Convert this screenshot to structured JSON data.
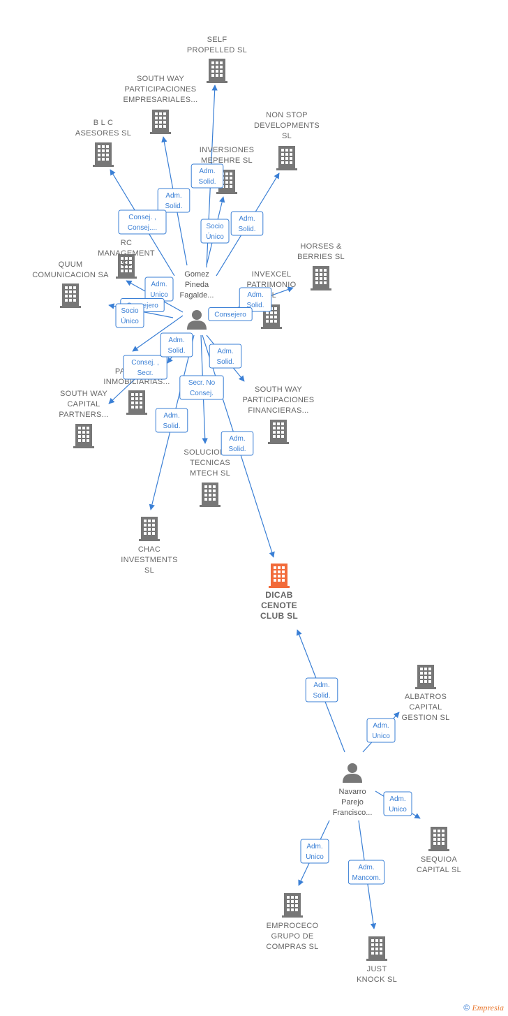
{
  "companies": [
    {
      "id": "self",
      "lines": [
        "SELF",
        "PROPELLED SL"
      ]
    },
    {
      "id": "southway_emp",
      "lines": [
        "SOUTH WAY",
        "PARTICIPACIONES",
        "EMPRESARIALES..."
      ]
    },
    {
      "id": "blc",
      "lines": [
        "B L C",
        "ASESORES SL"
      ]
    },
    {
      "id": "nonstop",
      "lines": [
        "NON STOP",
        "DEVELOPMENTS",
        "SL"
      ]
    },
    {
      "id": "mepehre",
      "lines": [
        "INVERSIONES",
        "MEPEHRE  SL"
      ]
    },
    {
      "id": "rc",
      "lines": [
        "RC",
        "MANAGEMENT",
        "SL"
      ]
    },
    {
      "id": "quum",
      "lines": [
        "QUUM",
        "COMUNICACION SA"
      ]
    },
    {
      "id": "horses",
      "lines": [
        "HORSES &",
        "BERRIES  SL"
      ]
    },
    {
      "id": "invexcel",
      "lines": [
        "INVEXCEL",
        "PATRIMONIO",
        "SL"
      ]
    },
    {
      "id": "so_inmob",
      "lines": [
        "SO...",
        "PARTIC...    S",
        "INMOBILIARIAS..."
      ]
    },
    {
      "id": "southway_cap",
      "lines": [
        "SOUTH WAY",
        "CAPITAL",
        "PARTNERS..."
      ]
    },
    {
      "id": "southway_fin",
      "lines": [
        "SOUTH WAY",
        "PARTICIPACIONES",
        "FINANCIERAS..."
      ]
    },
    {
      "id": "mtech",
      "lines": [
        "SOLUCIONES",
        "TECNICAS",
        "MTECH  SL"
      ]
    },
    {
      "id": "chac",
      "lines": [
        "CHAC",
        "INVESTMENTS",
        "SL"
      ]
    },
    {
      "id": "dicab",
      "lines": [
        "DICAB",
        "CENOTE",
        "CLUB  SL"
      ]
    },
    {
      "id": "albatros",
      "lines": [
        "ALBATROS",
        "CAPITAL",
        "GESTION  SL"
      ]
    },
    {
      "id": "sequioa",
      "lines": [
        "SEQUIOA",
        "CAPITAL  SL"
      ]
    },
    {
      "id": "emproceco",
      "lines": [
        "EMPROCECO",
        "GRUPO DE",
        "COMPRAS  SL"
      ]
    },
    {
      "id": "justknock",
      "lines": [
        "JUST",
        "KNOCK  SL"
      ]
    }
  ],
  "persons": [
    {
      "id": "gomez",
      "lines": [
        "Gomez",
        "Pineda",
        "Fagalde..."
      ]
    },
    {
      "id": "navarro",
      "lines": [
        "Navarro",
        "Parejo",
        "Francisco..."
      ]
    }
  ],
  "edges": [
    {
      "from": "gomez",
      "to": "self",
      "label": [
        "Adm.",
        "Solid."
      ]
    },
    {
      "from": "gomez",
      "to": "southway_emp",
      "label": [
        "Adm.",
        "Solid."
      ]
    },
    {
      "from": "gomez",
      "to": "blc",
      "label": [
        "Consej. ,",
        "Consej...."
      ]
    },
    {
      "from": "gomez",
      "to": "nonstop",
      "label": [
        "Adm.",
        "Solid."
      ]
    },
    {
      "from": "gomez",
      "to": "mepehre",
      "label": [
        "Socio",
        "Único"
      ]
    },
    {
      "from": "gomez",
      "to": "rc",
      "label": [
        "Adm.",
        "Unico"
      ]
    },
    {
      "from": "gomez",
      "to": "quum",
      "label": [
        "Consejero"
      ]
    },
    {
      "from": "gomez",
      "to": "invexcel",
      "label": [
        "Adm.",
        "Solid."
      ]
    },
    {
      "from": "gomez",
      "to": "horses",
      "label": [
        "Consejero"
      ]
    },
    {
      "from": "gomez",
      "to": "so_inmob",
      "label": [
        "Socio",
        "Único"
      ]
    },
    {
      "from": "gomez",
      "to": "southway_cap",
      "label": [
        "Consej. ,",
        "Secr."
      ]
    },
    {
      "from": "gomez",
      "to": "southway_fin",
      "label": [
        "Adm.",
        "Solid."
      ]
    },
    {
      "from": "gomez",
      "to": "mtech",
      "label": [
        "Secr.  No",
        "Consej."
      ]
    },
    {
      "from": "gomez",
      "to": "chac",
      "label": [
        "Adm.",
        "Solid."
      ]
    },
    {
      "from": "gomez",
      "to": "dicab",
      "label": [
        "Adm.",
        "Solid."
      ]
    },
    {
      "from": "gomez",
      "to": "so_inmob2",
      "label": [
        "Adm.",
        "Solid."
      ]
    },
    {
      "from": "navarro",
      "to": "dicab",
      "label": [
        "Adm.",
        "Solid."
      ]
    },
    {
      "from": "navarro",
      "to": "albatros",
      "label": [
        "Adm.",
        "Unico"
      ]
    },
    {
      "from": "navarro",
      "to": "sequioa",
      "label": [
        "Adm.",
        "Unico"
      ]
    },
    {
      "from": "navarro",
      "to": "emproceco",
      "label": [
        "Adm.",
        "Unico"
      ]
    },
    {
      "from": "navarro",
      "to": "justknock",
      "label": [
        "Adm.",
        "Mancom."
      ]
    }
  ],
  "footer": {
    "copyright": "©",
    "brand": "Empresia"
  },
  "colors": {
    "building": "#777777",
    "focus": "#f26b3a",
    "edge": "#3a7fd5",
    "person": "#777777"
  }
}
